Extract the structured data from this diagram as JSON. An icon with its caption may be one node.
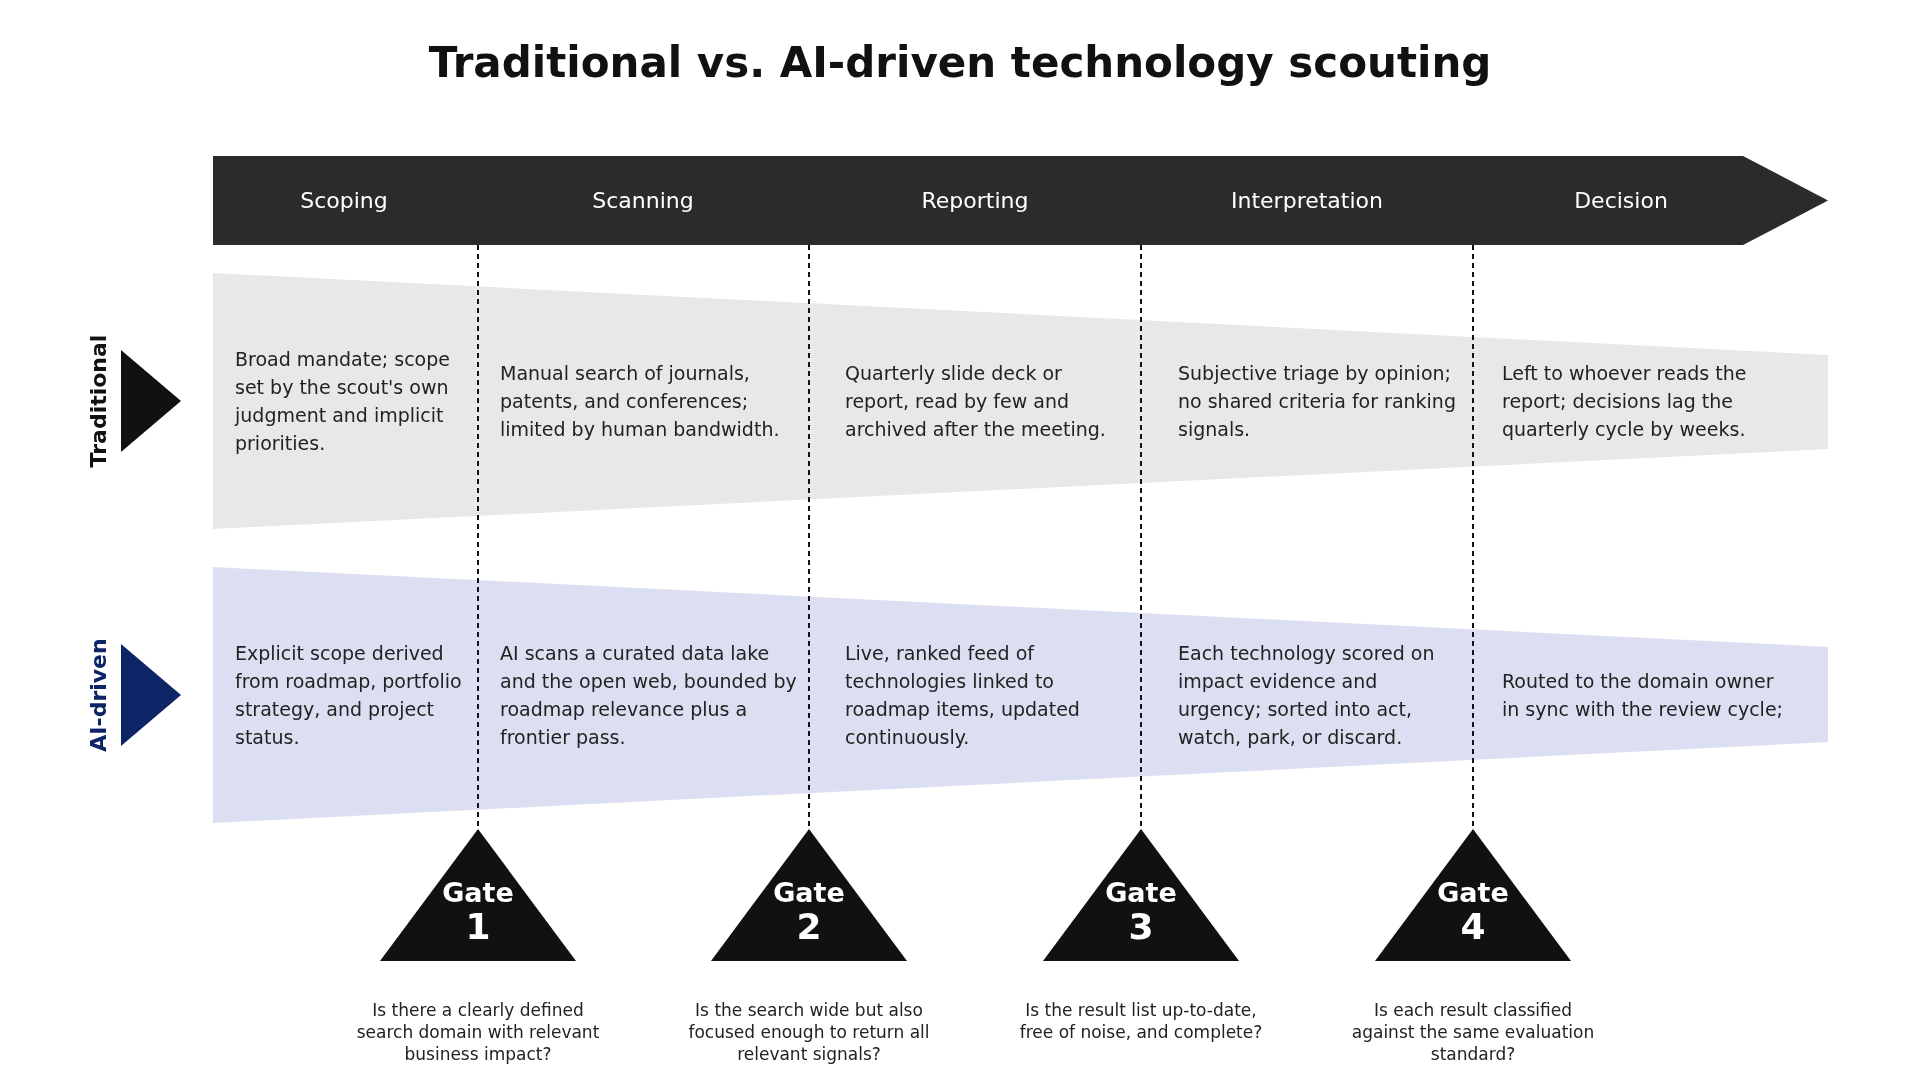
{
  "diagram": {
    "title": "Traditional vs. AI-driven technology scouting",
    "nodes": [
      {
        "text": [],
        "shape": "arrow"
      },
      {
        "text": [
          "Scoping"
        ],
        "in": 0
      },
      {
        "text": [
          "Scanning"
        ],
        "in": 0
      },
      {
        "text": [
          "Reporting"
        ],
        "in": 0
      },
      {
        "text": [
          "Interpretation"
        ],
        "in": 0
      },
      {
        "text": [
          "Decision"
        ],
        "in": 0
      },
      {
        "text": [
          "Traditional"
        ]
      },
      {
        "text": [
          "Broad mandate; scope set by the scout's own judgment and implicit priorities."
        ],
        "in": 6
      },
      {
        "text": [
          "Manual search of journals, patents, and conferences; limited by human bandwidth."
        ],
        "in": 6
      },
      {
        "text": [
          "Quarterly slide deck or report, read by few and archived after the meeting."
        ],
        "in": 6
      },
      {
        "text": [
          "Subjective triage by opinion; no shared criteria for ranking signals."
        ],
        "in": 6
      },
      {
        "text": [
          "Left to whoever reads the report; decisions lag the quarterly cycle by weeks."
        ],
        "in": 6
      },
      {
        "text": [
          "AI-driven"
        ]
      },
      {
        "text": [
          "Explicit scope derived from roadmap, portfolio strategy, and project status."
        ],
        "in": 12
      },
      {
        "text": [
          "AI scans a curated data lake and the open web, bounded by roadmap relevance plus a frontier pass."
        ],
        "in": 12
      },
      {
        "text": [
          "Live, ranked feed of technologies linked to roadmap items, updated continuously."
        ],
        "in": 12
      },
      {
        "text": [
          "Each technology scored on impact evidence and urgency; sorted into act, watch, park, or discard."
        ],
        "in": 12
      },
      {
        "text": [
          "Routed to the domain owner in sync with the review cycle;"
        ],
        "in": 12
      },
      {
        "text": [
          "Gate",
          "1"
        ],
        "beside": [
          "Is there a clearly defined search domain with relevant business impact?"
        ]
      },
      {
        "text": [
          "Gate",
          "2"
        ],
        "beside": [
          "Is the search wide but also focused enough to return all relevant signals?"
        ]
      },
      {
        "text": [
          "Gate",
          "3"
        ],
        "beside": [
          "Is the result list up-to-date, free of noise, and complete?"
        ]
      },
      {
        "text": [
          "Gate",
          "4"
        ],
        "beside": [
          "Is each result classified against the same evaluation standard?"
        ]
      }
    ],
    "edges": [
      {
        "from": 0,
        "to": 18,
        "arrow": "none",
        "style": "dashed"
      },
      {
        "from": 0,
        "to": 19,
        "arrow": "none",
        "style": "dashed"
      },
      {
        "from": 0,
        "to": 20,
        "arrow": "none",
        "style": "dashed"
      },
      {
        "from": 0,
        "to": 21,
        "arrow": "none",
        "style": "dashed"
      }
    ]
  }
}
